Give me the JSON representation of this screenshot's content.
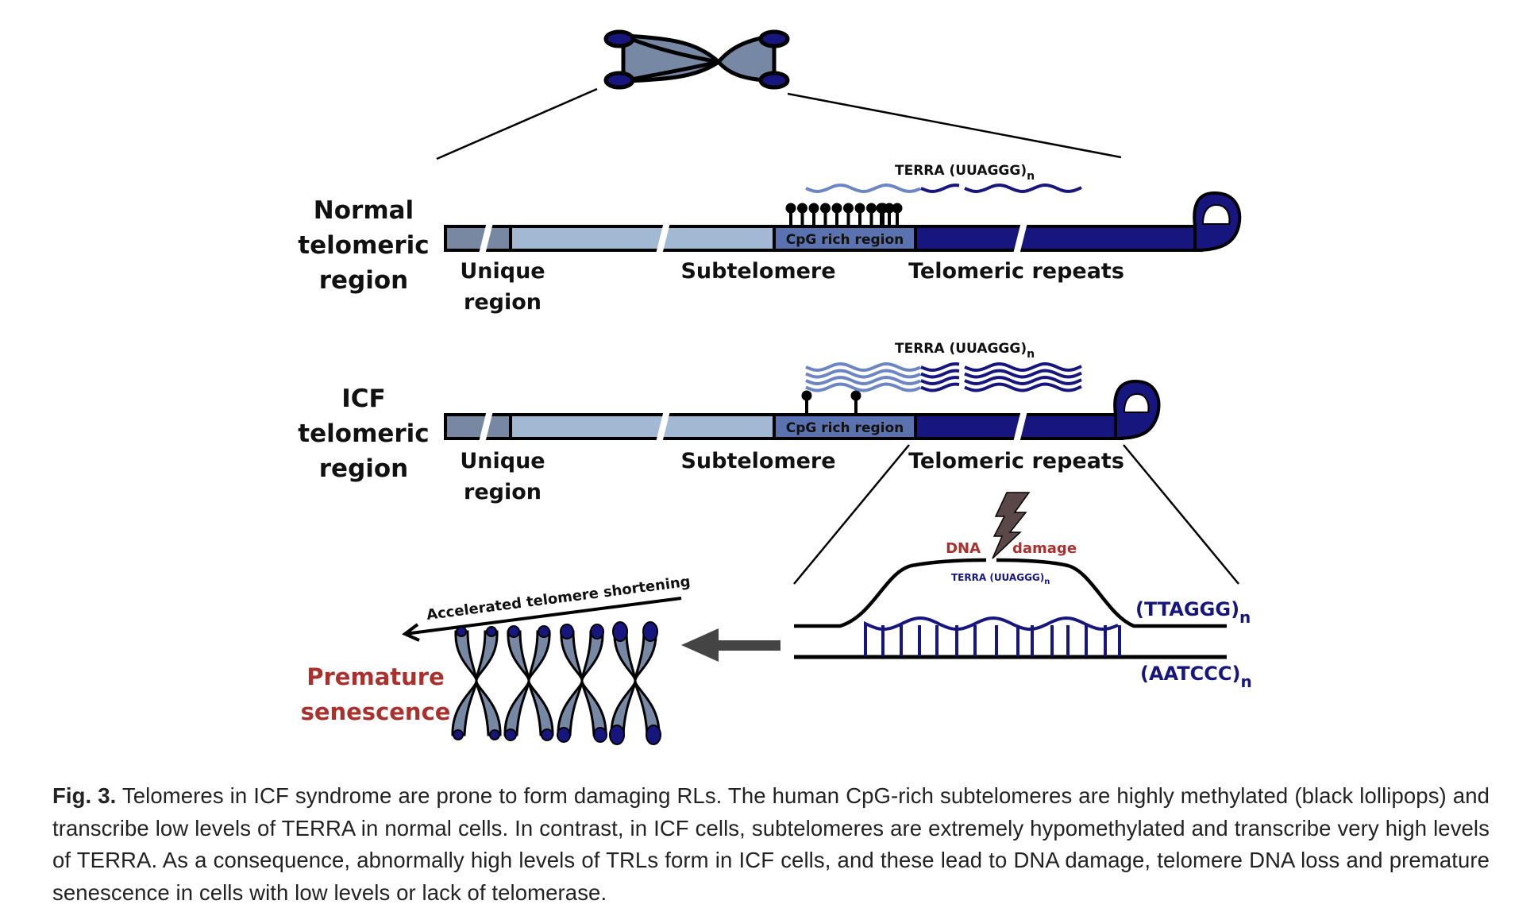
{
  "figure": {
    "labels": {
      "normal_title": [
        "Normal",
        "telomeric",
        "region"
      ],
      "icf_title": [
        "ICF",
        "telomeric",
        "region"
      ],
      "unique_region": [
        "Unique",
        "region"
      ],
      "subtelomere": "Subtelomere",
      "cpg_region": "CpG rich region",
      "telomeric_repeats": "Telomeric repeats",
      "terra": "TERRA (UUAGGG)",
      "terra_sub": "n",
      "dna": "DNA",
      "damage": "damage",
      "ttaggg": "(TTAGGG)",
      "aatccc": "(AATCCC)",
      "sub_n": "n",
      "accelerated": "Accelerated telomere shortening",
      "premature": "Premature",
      "senescence": "senescence"
    },
    "colors": {
      "unique": "#7888a3",
      "subtelomere": "#a2b8d3",
      "cpg": "#5b72b1",
      "telomere": "#16167e",
      "terra_light": "#6b86c2",
      "red_text": "#a8312e",
      "chromosome": "#7788a4",
      "arrow_gray": "#444444"
    },
    "normal_methylation_lollipops": 12,
    "icf_methylation_lollipops": 2
  },
  "caption": {
    "label": "Fig. 3.",
    "text": " Telomeres in ICF syndrome are prone to form damaging RLs. The human CpG-rich subtelomeres are highly methylated (black lollipops) and transcribe low levels of TERRA in normal cells. In contrast, in ICF cells, subtelomeres are extremely hypomethylated and transcribe very high levels of TERRA. As a consequence, abnormally high levels of TRLs form in ICF cells, and these lead to DNA damage, telomere DNA loss and premature senescence in cells with low levels or lack of telomerase."
  }
}
